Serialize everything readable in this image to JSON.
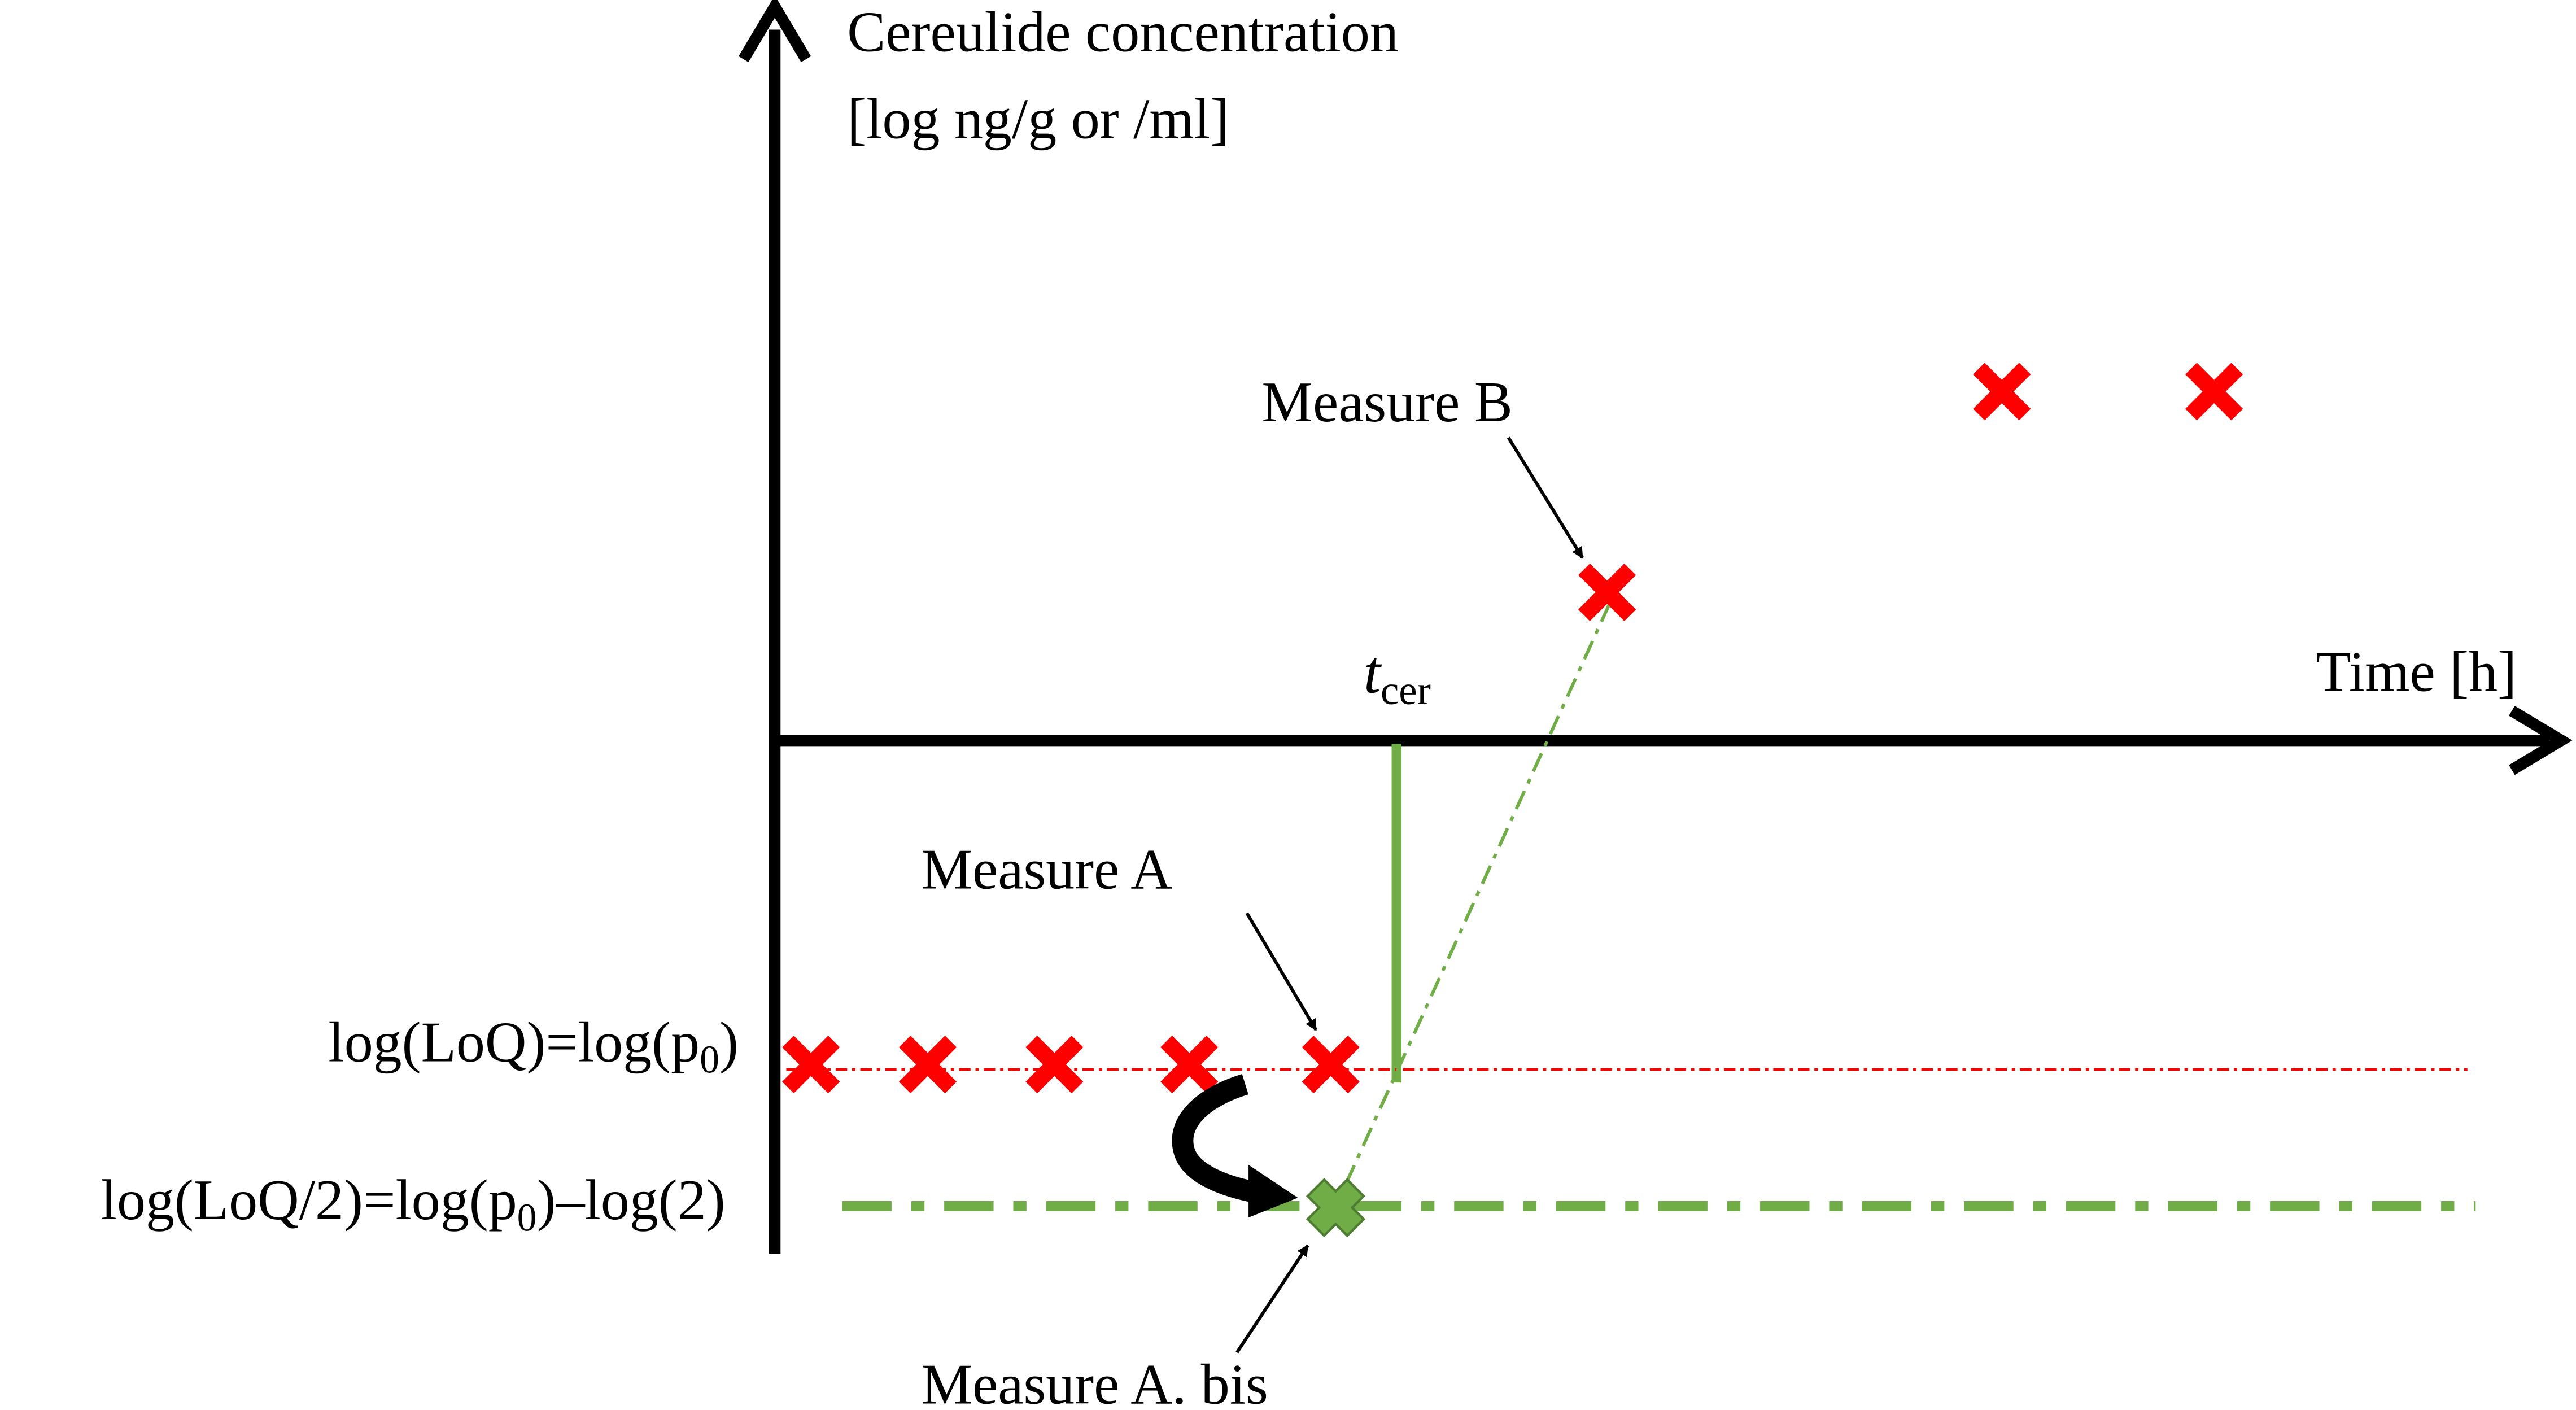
{
  "y_axis_label": {
    "line1": "Cereulide concentration",
    "line2": "[log ng/g or /ml]"
  },
  "x_axis_label": "Time [h]",
  "t_cer": {
    "main": "t",
    "sub": "cer"
  },
  "levels": {
    "loq": {
      "pre": "log(LoQ)=log(p",
      "sub": "0",
      "post": ")"
    },
    "loq_half": {
      "pre": "log(LoQ/2)=log(p",
      "sub": "0",
      "post": ")–log(2)"
    }
  },
  "annotations": {
    "measure_a": "Measure A",
    "measure_b": "Measure B",
    "measure_a_bis": "Measure A. bis"
  },
  "colors": {
    "axis": "#000000",
    "measured_marker": "#ff0000",
    "loq_line": "#ff0000",
    "substituted_marker": "#70ad47",
    "fit_line": "#70ad47"
  }
}
